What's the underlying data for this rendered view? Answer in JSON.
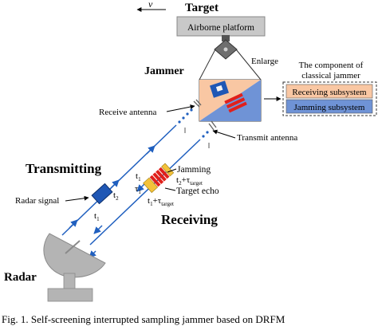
{
  "labels": {
    "target": "Target",
    "velocity": "v",
    "airborne_platform": "Airborne platform",
    "jammer": "Jammer",
    "enlarge": "Enlarge",
    "component_title_line1": "The component of",
    "component_title_line2": "classical jammer",
    "receiving_subsystem": "Receiving subsystem",
    "jamming_subsystem": "Jamming subsystem",
    "receive_antenna": "Receive antenna",
    "transmit_antenna": "Transmit antenna",
    "transmitting": "Transmitting",
    "receiving": "Receiving",
    "radar_signal": "Radar signal",
    "jamming": "Jamming",
    "target_echo": "Target echo",
    "radar": "Radar",
    "caption": "Fig. 1.   Self-screening interrupted sampling jammer based on DRFM"
  },
  "time_marks": {
    "t1_signal": "t",
    "t1_signal_sub": "1",
    "t2_signal": "t",
    "t2_signal_sub": "2",
    "t1_jam": "t",
    "t1_jam_sub": "1",
    "tau_jam": "τ",
    "tau_jam_sub": "1",
    "t2_tau": "t",
    "t2_tau_sub": "2",
    "t2_tau_plus": "+τ",
    "t2_tau_target": "target",
    "t1_tau": "t",
    "t1_tau_sub": "1",
    "t1_tau_plus": "+τ",
    "t1_tau_target": "target"
  },
  "colors": {
    "receiving_fill": "#f9c7a3",
    "jamming_fill": "#6f93d6",
    "signal_block": "#1f57b5",
    "platform_fill": "#c8c8c8",
    "radar_fill": "#b4b4b4",
    "arrow_blue": "#1f5fbf",
    "jam_red": "#e0201b",
    "jam_yellow": "#f3c23a"
  }
}
